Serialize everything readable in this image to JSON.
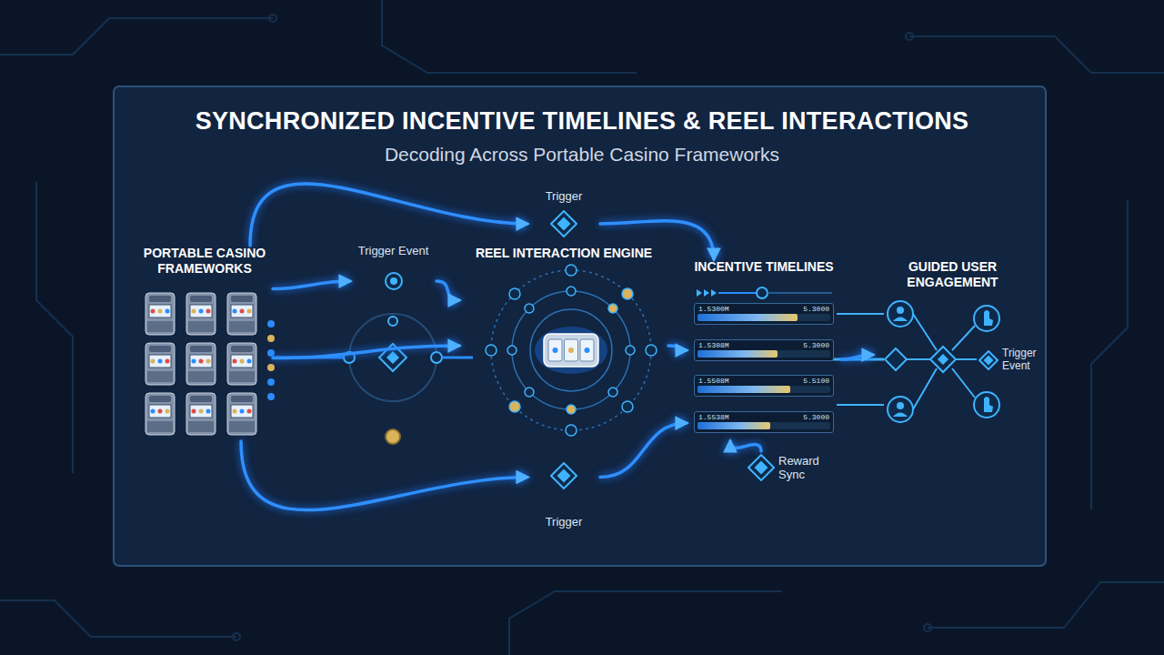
{
  "diagram": {
    "title": "SYNCHRONIZED INCENTIVE TIMELINES & REEL INTERACTIONS",
    "caption": "Decoding Across Portable Casino Frameworks",
    "nodes": [
      {
        "text": [
          "PORTABLE CASINO FRAMEWORKS"
        ]
      },
      {
        "text": [
          "Trigger"
        ]
      },
      {
        "text": [
          "Trigger Event"
        ]
      },
      {
        "text": [
          "REEL INTERACTION ENGINE"
        ]
      },
      {
        "text": [
          "Trigger"
        ]
      },
      {
        "text": [
          "INCENTIVE TIMELINES"
        ]
      },
      {
        "text": [
          "1.5300M",
          "5.3000"
        ],
        "in": 5
      },
      {
        "text": [
          "1.5308M",
          "5.3000"
        ],
        "in": 5
      },
      {
        "text": [
          "1.5508M",
          "5.5100"
        ],
        "in": 5
      },
      {
        "text": [
          "1.5538M",
          "5.3000"
        ],
        "in": 5
      },
      {
        "text": [
          "Reward Sync"
        ]
      },
      {
        "text": [
          "GUIDED USER ENGAGEMENT"
        ]
      },
      {
        "text": [
          "Trigger Event"
        ],
        "in": 11
      }
    ],
    "edges": [
      {
        "from": 0,
        "to": 3,
        "arrow": "to"
      },
      {
        "from": 0,
        "to": 1,
        "arrow": "to"
      },
      {
        "from": 1,
        "to": 5,
        "arrow": "to"
      },
      {
        "from": 0,
        "to": 2,
        "arrow": "to"
      },
      {
        "from": 2,
        "to": 3,
        "arrow": "to"
      },
      {
        "from": 0,
        "to": 4,
        "arrow": "to"
      },
      {
        "from": 4,
        "to": 5,
        "arrow": "to"
      },
      {
        "from": 3,
        "to": 5,
        "arrow": "to"
      },
      {
        "from": 10,
        "to": 5,
        "arrow": "to"
      },
      {
        "from": 5,
        "to": 11,
        "arrow": "to"
      }
    ]
  }
}
